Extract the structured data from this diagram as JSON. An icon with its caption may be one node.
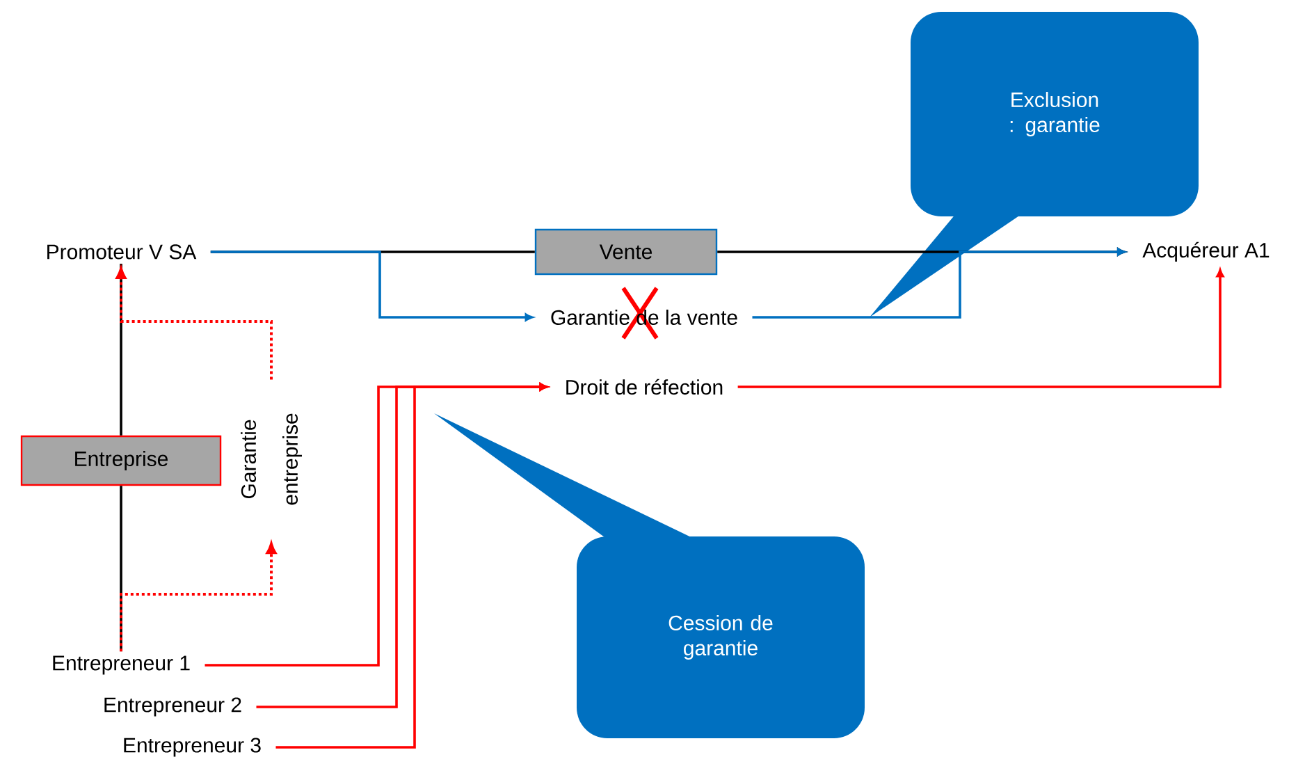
{
  "diagram": {
    "nodes": [
      {
        "text": [
          "Promoteur V SA"
        ]
      },
      {
        "text": [
          "Vente"
        ]
      },
      {
        "text": [
          "Acquéreur A1"
        ]
      },
      {
        "text": [
          "Garantie de la vente"
        ]
      },
      {
        "text": [
          "Droit de réfection"
        ]
      },
      {
        "text": [
          "Entreprise"
        ]
      },
      {
        "text": [
          "Garantie entreprise"
        ]
      },
      {
        "text": [
          "Entrepreneur 1"
        ]
      },
      {
        "text": [
          "Entrepreneur 2"
        ]
      },
      {
        "text": [
          "Entrepreneur 3"
        ]
      },
      {
        "text": [
          "Exclusion : garantie"
        ]
      },
      {
        "text": [
          "Cession de garantie"
        ]
      }
    ],
    "edges": [
      {
        "from": 0,
        "to": 1,
        "arrow": "none",
        "color": "#000000"
      },
      {
        "from": 1,
        "to": 2,
        "arrow": "to",
        "color": "#000000"
      },
      {
        "from": 0,
        "to": 3,
        "arrow": "to",
        "color": "#0070c0"
      },
      {
        "from": 3,
        "to": 2,
        "arrow": "to",
        "color": "#0070c0"
      },
      {
        "from": 7,
        "to": 5,
        "arrow": "none",
        "color": "#000000"
      },
      {
        "from": 5,
        "to": 0,
        "arrow": "none",
        "color": "#000000"
      },
      {
        "from": 6,
        "to": 0,
        "arrow": "to",
        "style": "dashed"
      },
      {
        "from": 7,
        "to": 6,
        "arrow": "to",
        "style": "dashed"
      },
      {
        "from": 7,
        "to": 4,
        "arrow": "to"
      },
      {
        "from": 8,
        "to": 4,
        "arrow": "to"
      },
      {
        "from": 9,
        "to": 4,
        "arrow": "to"
      },
      {
        "from": 4,
        "to": 2,
        "arrow": "to"
      }
    ]
  }
}
